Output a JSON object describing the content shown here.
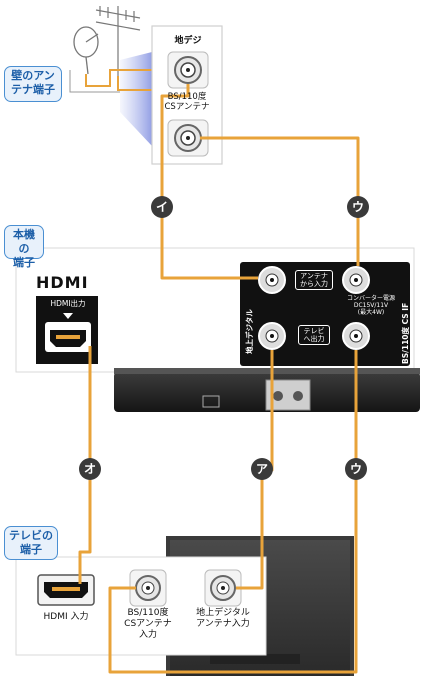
{
  "callouts": {
    "wall": "壁のアン\nテナ端子",
    "unit": "本機の\n端子",
    "tv": "テレビの\n端子"
  },
  "wall_panel": {
    "terrestrial": "地デジ",
    "bs_cs": "BS/110度\nCSアンテナ"
  },
  "recorder_panel": {
    "hdmi_logo": "HDMI",
    "hdmi_out": "HDMI出力",
    "terrestrial_vertical": "地上デジタル",
    "bs_vertical": "BS/110度 CS IF",
    "antenna_in": "アンテナ\nから入力",
    "tv_out": "テレビ\nへ出力",
    "converter_power": "コンバーター電源\nDC15V/11V\n(最大4W)"
  },
  "tv_panel": {
    "hdmi_in": "HDMI 入力",
    "bs_cs_in": "BS/110度\nCSアンテナ\n入力",
    "terrestrial_in": "地上デジタル\nアンテナ入力"
  },
  "cable_badges": {
    "i": "イ",
    "u_top": "ウ",
    "o": "オ",
    "a": "ア",
    "u_bottom": "ウ"
  },
  "colors": {
    "cable": "#e8a33a",
    "panel_dark": "#1a1a1a",
    "callout_border": "#4a8fd2"
  }
}
